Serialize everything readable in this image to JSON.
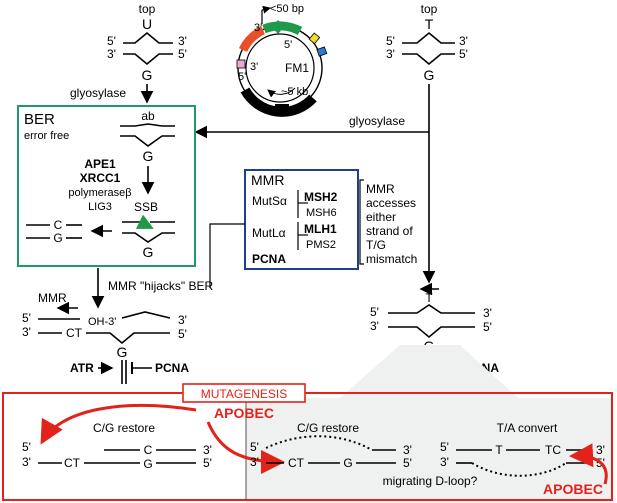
{
  "left_top": {
    "label": "top",
    "base": "U",
    "prime5": "5'",
    "prime3": "3'",
    "pair": "G"
  },
  "right_top": {
    "label": "top",
    "base": "T",
    "prime5": "5'",
    "prime3": "3'",
    "pair": "G"
  },
  "plasmid": {
    "bp": "<50 bp",
    "kb": "~5 kb",
    "name": "FM1",
    "p3": "3'",
    "p5": "5'"
  },
  "glycosylase_left": "glyosylase",
  "glycosylase_right": "glyosylase",
  "ber": {
    "title": "BER",
    "subtitle": "error free",
    "ab": "ab",
    "g": "G",
    "proteins": [
      "APE1",
      "XRCC1",
      "polymeraseβ",
      "LIG3"
    ],
    "ssb": "SSB",
    "c": "C",
    "g2": "G"
  },
  "mmr": {
    "title": "MMR",
    "mutsa": "MutSα",
    "msh2": "MSH2",
    "msh6": "MSH6",
    "mutla": "MutLα",
    "mlh1": "MLH1",
    "pms2": "PMS2",
    "pcna": "PCNA"
  },
  "mmr_note": [
    "MMR",
    "accesses",
    "either",
    "strand of",
    "T/G",
    "mismatch"
  ],
  "hijack": "MMR \"hijacks\" BER",
  "left_mid": {
    "mmr": "MMR",
    "p5": "5'",
    "p3": "3'",
    "oh": "OH-3'",
    "ct": "CT",
    "g": "G",
    "atr": "ATR",
    "pcna": "PCNA"
  },
  "right_mid": {
    "t": "T",
    "g": "G",
    "p5": "5'",
    "p3": "3'",
    "pcna": "PCNA"
  },
  "mutagenesis": "MUTAGENESIS",
  "apobec": "APOBEC",
  "bottom_left": {
    "title": "C/G restore",
    "p5": "5'",
    "p3": "3'",
    "ct": "CT",
    "c": "C",
    "g": "G"
  },
  "bottom_mid": {
    "title": "C/G restore",
    "p5": "5'",
    "p3": "3'",
    "ct": "CT",
    "g": "G"
  },
  "bottom_right": {
    "title": "T/A convert",
    "p5": "5'",
    "p3": "3'",
    "t": "T",
    "tc": "TC",
    "dloop": "migrating D-loop?",
    "apobec": "APOBEC"
  }
}
